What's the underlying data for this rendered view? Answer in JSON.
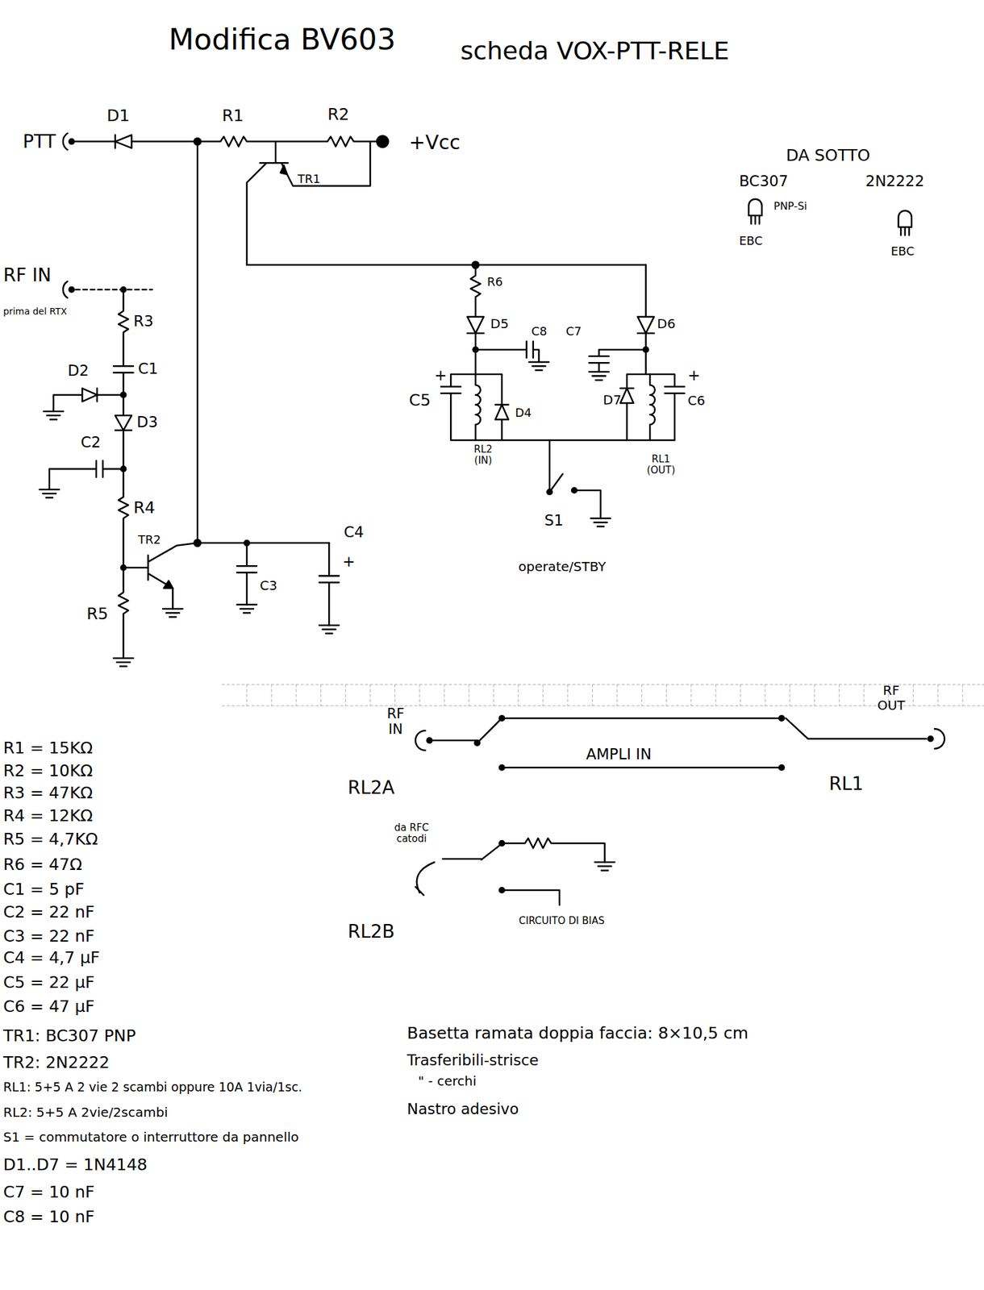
{
  "diagram": {
    "title": "Modifica BV603",
    "labels": [
      "scheda VOX-PTT-RELE",
      "PTT",
      "D1",
      "R1",
      "R2",
      "+Vcc",
      "TR1",
      "DA SOTTO",
      "BC307",
      "2N2222",
      "PNP-Si",
      "EBC",
      "EBC",
      "RF IN",
      "prima del RTX",
      "R3",
      "D2",
      "C1",
      "D3",
      "C2",
      "R4",
      "TR2",
      "R5",
      "C3",
      "C4",
      "R6",
      "D5",
      "C8",
      "C7",
      "D6",
      "C5",
      "D4",
      "D7",
      "C6",
      "RL2 (IN)",
      "RL1 (OUT)",
      "S1",
      "operate/STBY",
      "RF IN",
      "RF OUT",
      "AMPLI IN",
      "RL2A",
      "RL1",
      "da RFC catodi",
      "RL2B",
      "CIRCUITO DI BIAS",
      "Basetta ramata doppia faccia: 8×10,5 cm",
      "Trasferibili-strisce",
      "\" - cerchi",
      "Nastro adesivo",
      "R1 = 15KΩ",
      "R2 = 10KΩ",
      "R3 = 47KΩ",
      "R4 = 12KΩ",
      "R5 = 4,7KΩ",
      "R6 = 47Ω",
      "C1 = 5 pF",
      "C2 = 22 nF",
      "C3 = 22 nF",
      "C4 = 4,7 µF",
      "C5 = 22 µF",
      "C6 = 47 µF",
      "TR1: BC307 PNP",
      "TR2: 2N2222",
      "RL1: 5+5 A 2 vie 2 scambi oppure 10A 1via/1sc.",
      "RL2: 5+5 A 2vie/2scambi",
      "S1 = commutatore o interruttore da pannello",
      "D1..D7 = 1N4148",
      "C7 = 10 nF",
      "C8 = 10 nF",
      "+",
      "+",
      "+"
    ]
  }
}
